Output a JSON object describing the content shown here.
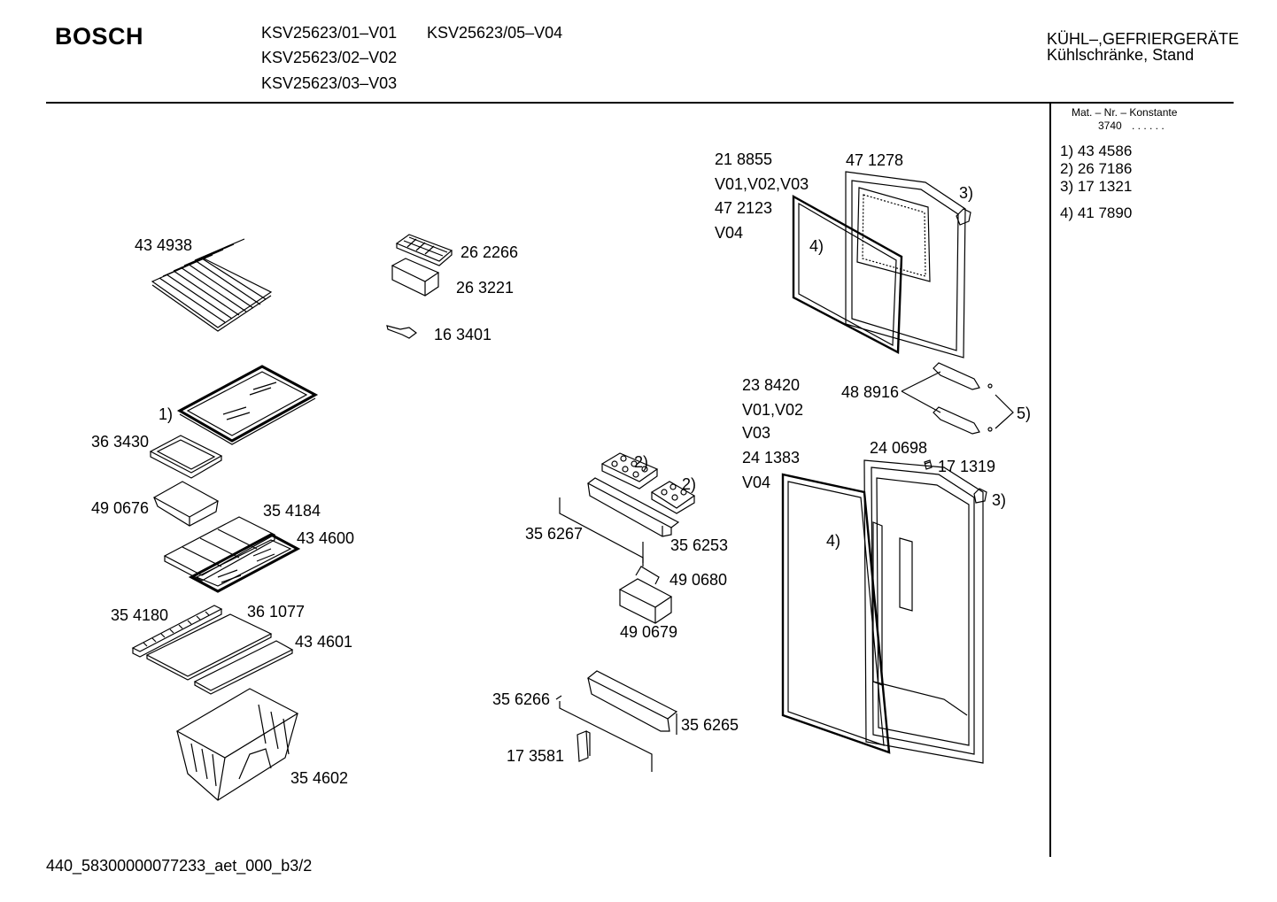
{
  "header": {
    "brand": "BOSCH",
    "models": [
      "KSV25623/01–V01",
      "KSV25623/05–V04",
      "KSV25623/02–V02",
      "KSV25623/03–V03"
    ],
    "category_line1": "KÜHL–,GEFRIERGERÄTE",
    "category_line2": "Kühlschränke, Stand"
  },
  "sidebar": {
    "mat_title": "Mat. – Nr. – Konstante",
    "mat_value": "3740",
    "mat_dots": ". .   . . . .",
    "refs": [
      "1) 43 4586",
      "2) 26 7186",
      "3) 17 1321",
      "4) 41 7890"
    ]
  },
  "parts": {
    "p434938": "43 4938",
    "p262266": "26 2266",
    "p263221": "26 3221",
    "p163401": "16 3401",
    "ref1": "1)",
    "p363430": "36 3430",
    "p490676": "49 0676",
    "p354184": "35 4184",
    "p434600": "43 4600",
    "p354180": "35 4180",
    "p361077": "36 1077",
    "p434601": "43 4601",
    "p354602": "35 4602",
    "p218855": "21 8855",
    "p471278": "47 1278",
    "v010203": "V01,V02,V03",
    "p472123": "47 2123",
    "v04a": "V04",
    "ref3a": "3)",
    "ref4a": "4)",
    "p238420": "23 8420",
    "v0102": "V01,V02",
    "v03": "V03",
    "p241383": "24 1383",
    "v04b": "V04",
    "p488916": "48 8916",
    "ref5": "5)",
    "p240698": "24 0698",
    "p171319": "17 1319",
    "ref3b": "3)",
    "ref4b": "4)",
    "ref2a": "2)",
    "ref2b": "2)",
    "p356267": "35 6267",
    "p356253": "35 6253",
    "p490680": "49 0680",
    "p490679": "49 0679",
    "p356266": "35 6266",
    "p356265": "35 6265",
    "p173581": "17 3581"
  },
  "footer": {
    "code": "440_58300000077233_aet_000_b3/2"
  }
}
